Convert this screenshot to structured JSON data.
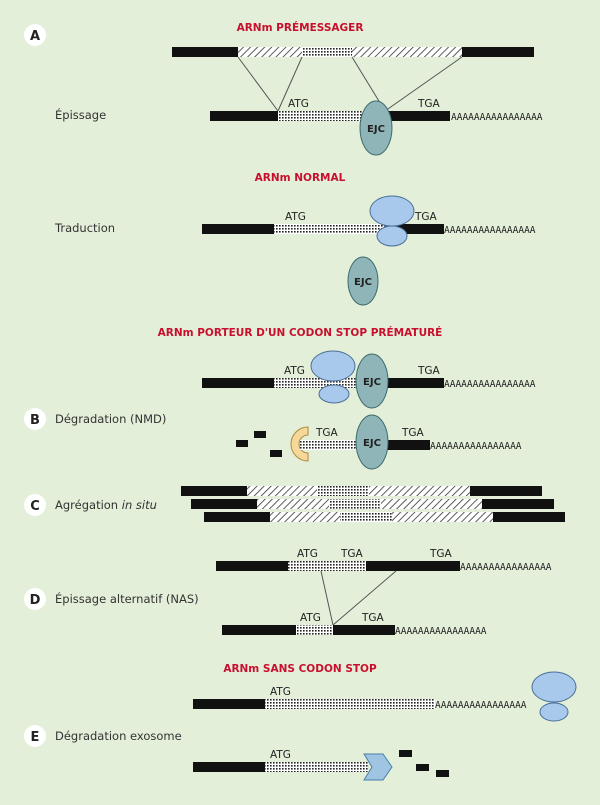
{
  "colors": {
    "background": "#e3efd9",
    "title_red": "#c8102e",
    "exon_black": "#111111",
    "ejc_fill": "#8fb5b9",
    "ribosome_fill": "#a9c9ec",
    "exonuclease_fill": "#f6d89a",
    "exosome_fill": "#9fc5e3"
  },
  "titles": {
    "premessager": "ARNm PRÉMESSAGER",
    "normal": "ARNm NORMAL",
    "porteur": "ARNm PORTEUR D'UN CODON STOP PRÉMATURÉ",
    "sans_stop": "ARNm SANS CODON STOP"
  },
  "panels": {
    "a": {
      "letter": "A"
    },
    "b": {
      "letter": "B"
    },
    "c": {
      "letter": "C"
    },
    "d": {
      "letter": "D"
    },
    "e": {
      "letter": "E"
    }
  },
  "labels": {
    "epissage": "Épissage",
    "traduction": "Traduction",
    "degradation_nmd": "Dégradation (NMD)",
    "agregation": "Agrégation",
    "agregation_italic": "in situ",
    "epissage_alternatif": "Épissage alternatif (NAS)",
    "degradation_exosome": "Dégradation exosome"
  },
  "codons": {
    "start": "ATG",
    "stop": "TGA"
  },
  "poly_a": "AAAAAAAAAAAAAAAA",
  "ejc_label": "EJC"
}
